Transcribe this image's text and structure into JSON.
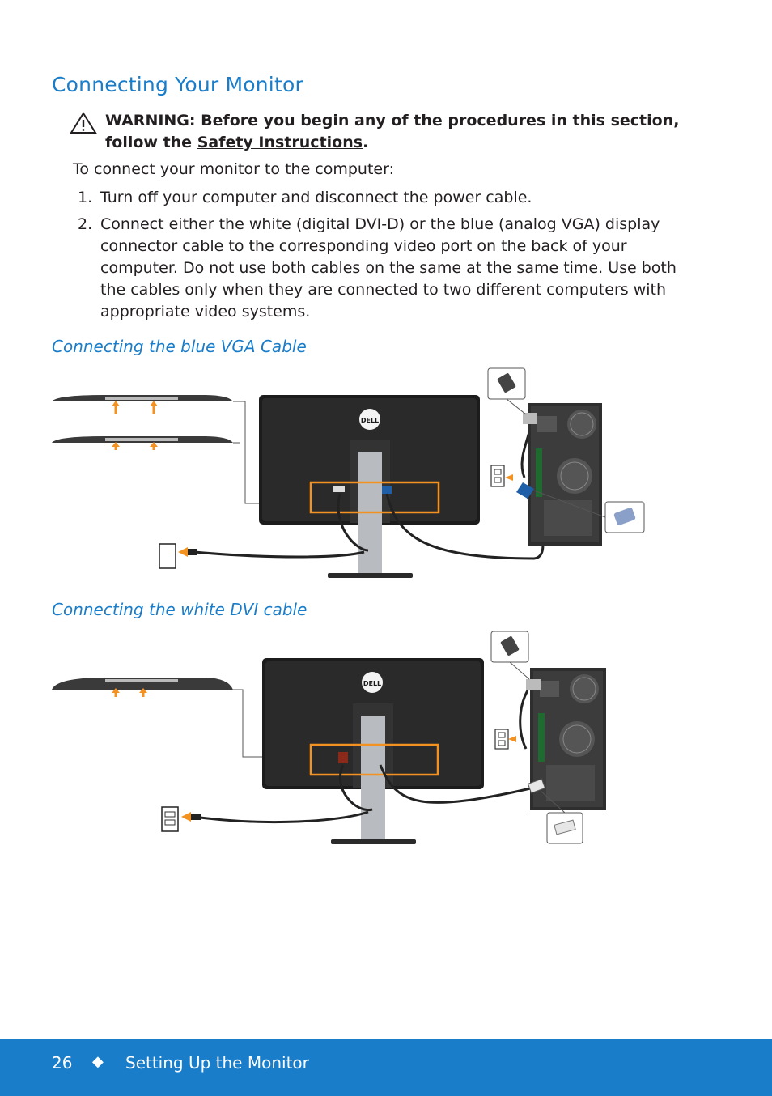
{
  "heading": "Connecting Your Monitor",
  "warning": {
    "prefix": "WARNING: Before you begin any of the procedures in this section, follow the ",
    "link": "Safety Instructions",
    "suffix": "."
  },
  "intro": "To connect your monitor to the computer:",
  "steps": [
    {
      "num": "1.",
      "text": "Turn off your computer and disconnect the power cable."
    },
    {
      "num": "2.",
      "text": "Connect either the white (digital DVI-D) or the blue (analog VGA) display connector cable to the corresponding video port on the back of your computer. Do not use both cables on the same at the same time. Use both the cables only when they are connected to two different computers with appropriate video systems."
    }
  ],
  "sections": {
    "vga": "Connecting the blue VGA Cable",
    "dvi": "Connecting the white DVI cable"
  },
  "figure_labels": {
    "logo": "DELL"
  },
  "footer": {
    "page_number": "26",
    "separator": "◆",
    "section": "Setting Up the Monitor"
  },
  "colors": {
    "accent": "#1a7dc9",
    "highlight": "#f39221",
    "vga_blue": "#1f5fa8"
  }
}
